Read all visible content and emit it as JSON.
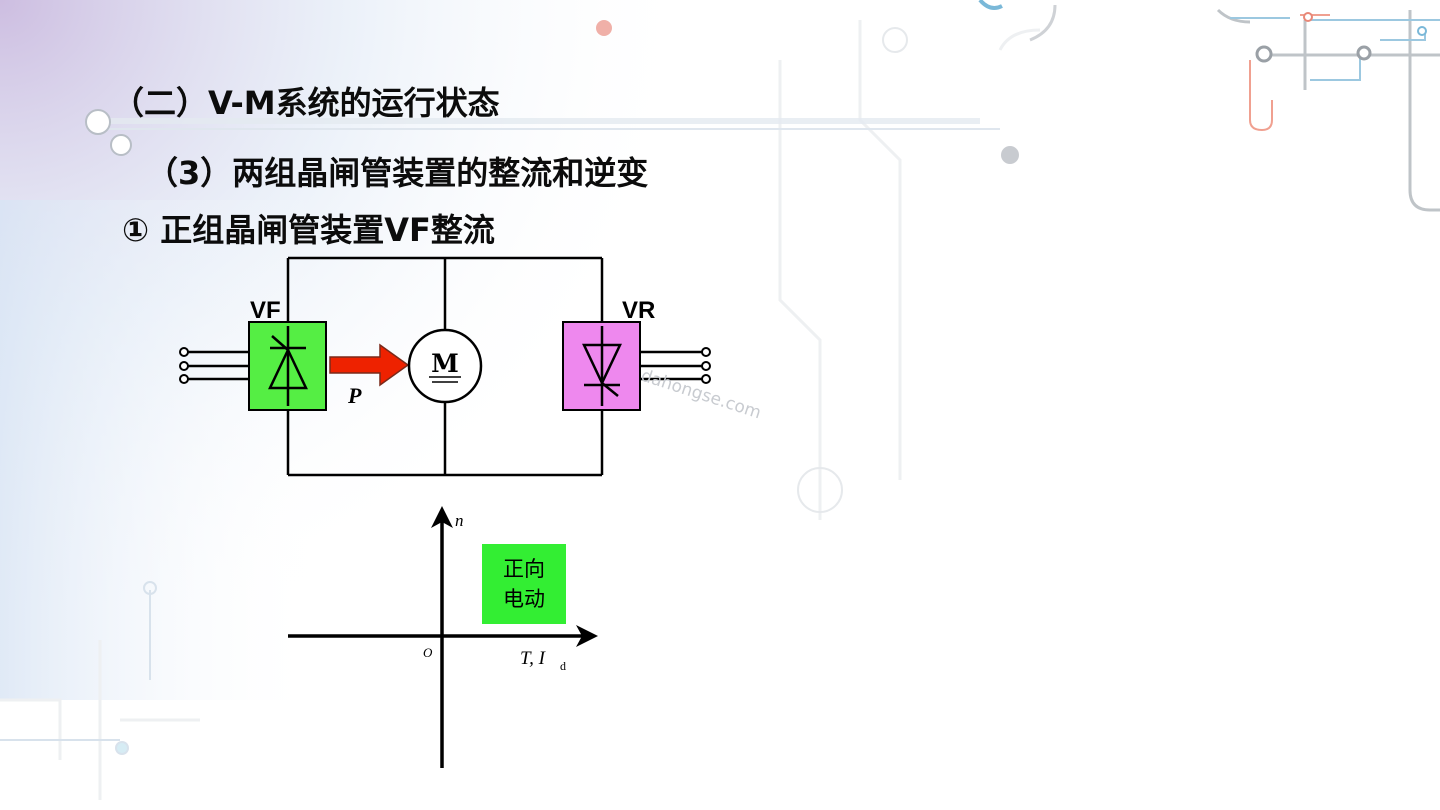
{
  "slide": {
    "heading": "（二）V-M系统的运行状态",
    "subheading": "（3）两组晶闸管装置的整流和逆变",
    "item": "① 正组晶闸管装置VF整流"
  },
  "circuit": {
    "vf_label": "VF",
    "vr_label": "VR",
    "motor_label": "M",
    "power_label": "P",
    "colors": {
      "vf_fill": "#55ee44",
      "vr_fill": "#ee88ee",
      "arrow": "#ee2200"
    }
  },
  "quadrant_plot": {
    "y_axis_label": "n",
    "x_axis_label": "T, I",
    "x_axis_subscript": "d",
    "origin_label": "O",
    "quadrant_box": {
      "line1": "正向",
      "line2": "电动",
      "color": "#33ee33"
    }
  },
  "watermark": "dahongse.com"
}
